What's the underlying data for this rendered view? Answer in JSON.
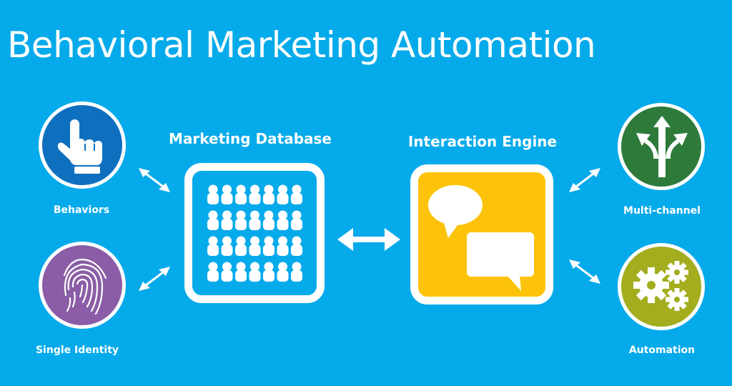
{
  "title": "Behavioral Marketing Automation",
  "nodes": {
    "behaviors": {
      "label": "Behaviors",
      "color": "#0e6fbf",
      "icon": "pointing-hand-icon"
    },
    "single_identity": {
      "label": "Single Identity",
      "color": "#8a5da6",
      "icon": "fingerprint-icon"
    },
    "multi_channel": {
      "label": "Multi-channel",
      "color": "#2d7a3a",
      "icon": "branching-arrows-icon"
    },
    "automation": {
      "label": "Automation",
      "color": "#a3ad1d",
      "icon": "gears-icon"
    }
  },
  "marketing_database": {
    "label": "Marketing Database",
    "icon": "people-grid-icon",
    "rows": 4,
    "cols": 7
  },
  "interaction_engine": {
    "label": "Interaction Engine",
    "color": "#fcc30a",
    "icon": "speech-bubbles-icon"
  }
}
